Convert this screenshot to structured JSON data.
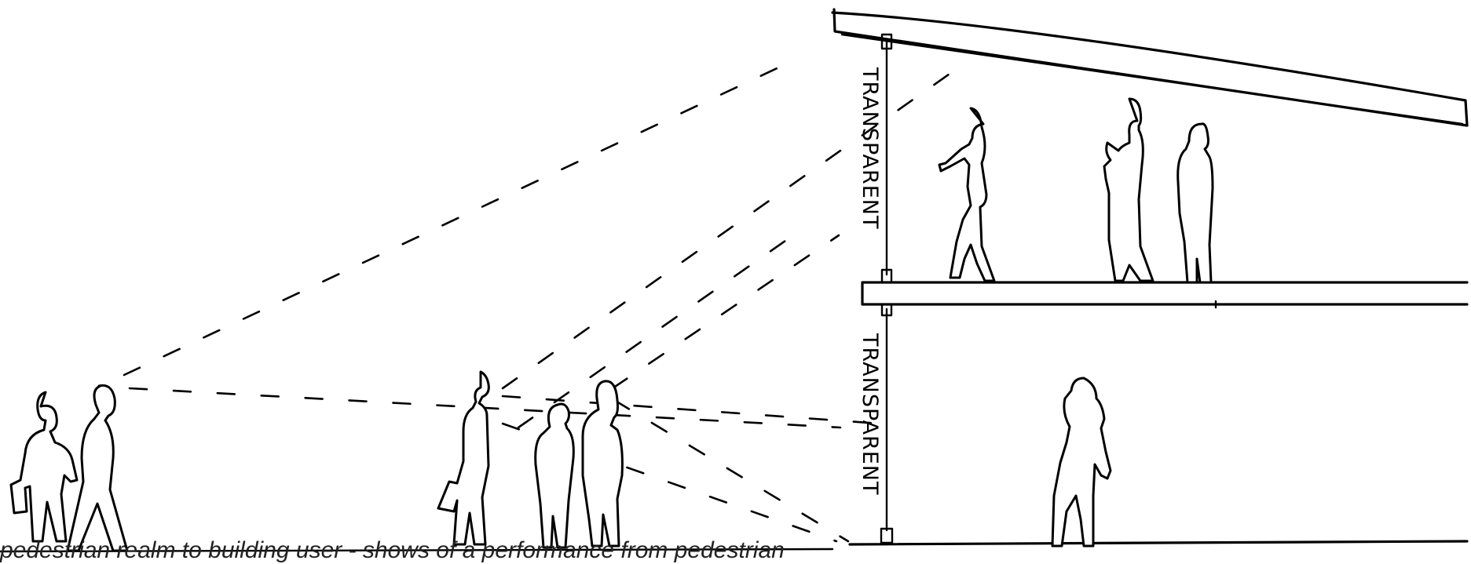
{
  "labels": {
    "upper_wall": "TRANSPARENT",
    "lower_wall": "TRANSPARENT"
  },
  "caption": "pedestrian realm to building user - shows of a performance from pedestrian",
  "colors": {
    "ink": "#000000",
    "paper": "#ffffff"
  }
}
